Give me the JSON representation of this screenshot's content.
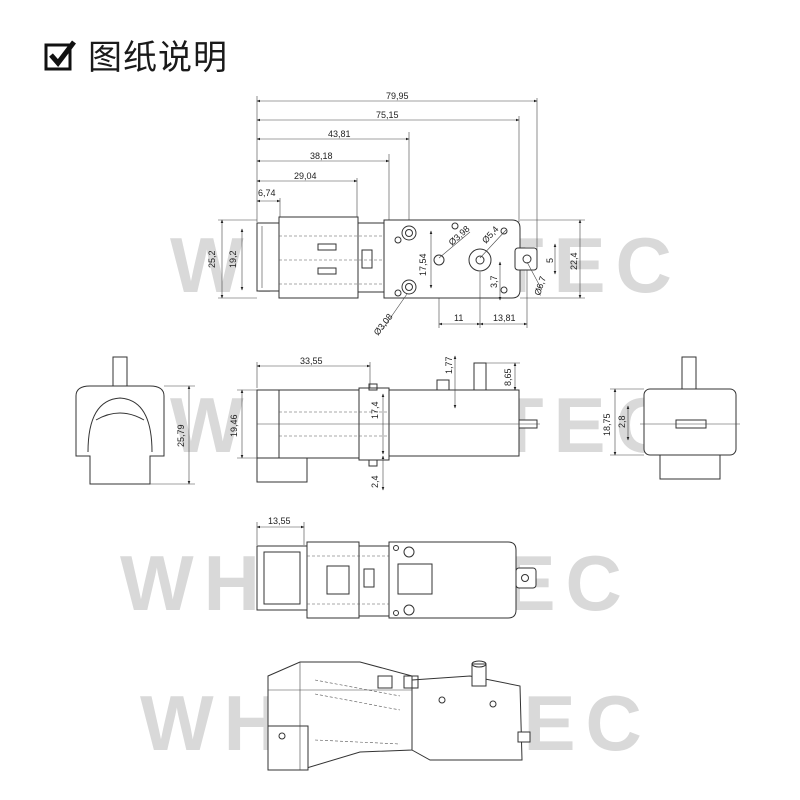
{
  "header": {
    "title": "图纸说明",
    "icon": "checkbox-check-icon"
  },
  "watermark": "WHEELTEC",
  "dimensions": {
    "top_view": {
      "overall_1": "79,95",
      "overall_2": "75,15",
      "d_43_81": "43,81",
      "d_38_18": "38,18",
      "d_29_04": "29,04",
      "d_6_74": "6,74",
      "h_25_2": "25,2",
      "h_19_2": "19,2",
      "h_17_54": "17,54",
      "h_22_4": "22,4",
      "v_5": "5",
      "v_3_7": "3,7",
      "d_11": "11",
      "d_13_81": "13,81",
      "dia_3_98": "Ø3,98",
      "dia_5_4": "Ø5,4",
      "dia_6_7": "Ø6,7",
      "dia_3_08": "Ø3,08"
    },
    "front_view": {
      "h_25_79": "25,79",
      "d_33_55": "33,55",
      "h_19_46": "19,46",
      "h_17_4": "17,4",
      "h_1_77": "1,77",
      "h_8_65": "8,65",
      "h_2_4": "2,4"
    },
    "side_view": {
      "h_18_75": "18,75",
      "h_2_8": "2,8"
    },
    "bottom_view": {
      "d_13_55": "13,55"
    }
  }
}
